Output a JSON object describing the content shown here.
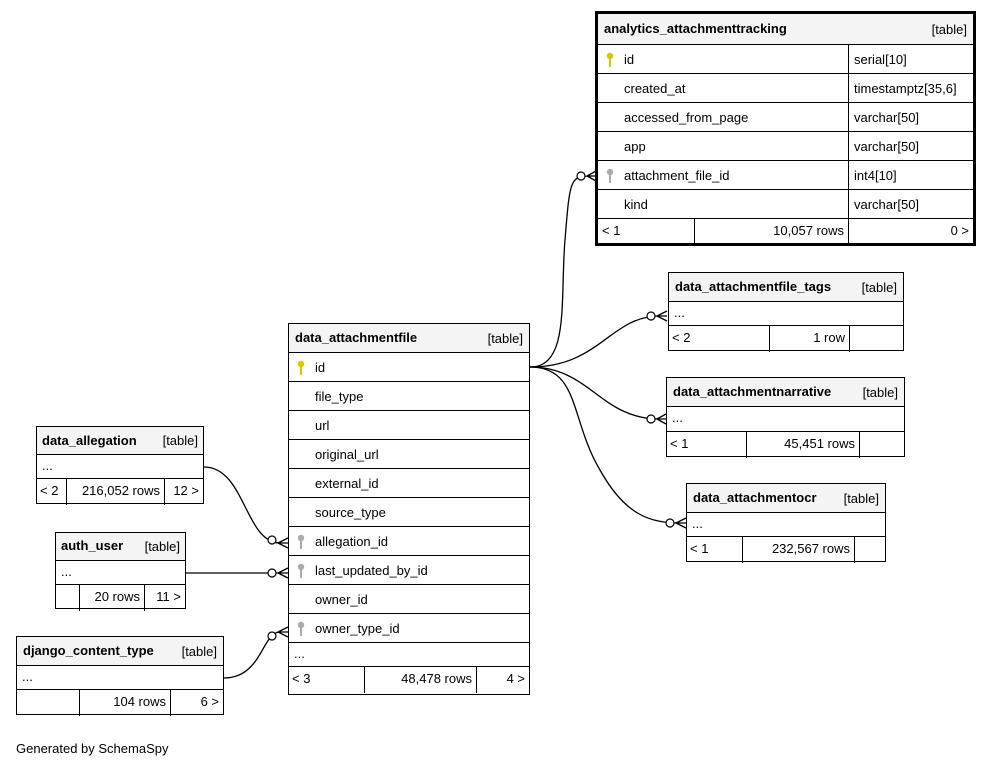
{
  "tables": {
    "analytics": {
      "name": "analytics_attachmenttracking",
      "type": "[table]",
      "columns": [
        {
          "name": "id",
          "type": "serial[10]",
          "key": "primary"
        },
        {
          "name": "created_at",
          "type": "timestamptz[35,6]",
          "key": ""
        },
        {
          "name": "accessed_from_page",
          "type": "varchar[50]",
          "key": ""
        },
        {
          "name": "app",
          "type": "varchar[50]",
          "key": ""
        },
        {
          "name": "attachment_file_id",
          "type": "int4[10]",
          "key": "foreign"
        },
        {
          "name": "kind",
          "type": "varchar[50]",
          "key": ""
        }
      ],
      "footer": {
        "parents": "< 1",
        "rows": "10,057 rows",
        "children": "0 >"
      }
    },
    "tags": {
      "name": "data_attachmentfile_tags",
      "type": "[table]",
      "ellipsis": "...",
      "footer": {
        "parents": "< 2",
        "rows": "1 row",
        "children": ""
      }
    },
    "narrative": {
      "name": "data_attachmentnarrative",
      "type": "[table]",
      "ellipsis": "...",
      "footer": {
        "parents": "< 1",
        "rows": "45,451 rows",
        "children": ""
      }
    },
    "ocr": {
      "name": "data_attachmentocr",
      "type": "[table]",
      "ellipsis": "...",
      "footer": {
        "parents": "< 1",
        "rows": "232,567 rows",
        "children": ""
      }
    },
    "file": {
      "name": "data_attachmentfile",
      "type": "[table]",
      "columns": [
        {
          "name": "id",
          "key": "primary"
        },
        {
          "name": "file_type",
          "key": ""
        },
        {
          "name": "url",
          "key": ""
        },
        {
          "name": "original_url",
          "key": ""
        },
        {
          "name": "external_id",
          "key": ""
        },
        {
          "name": "source_type",
          "key": ""
        },
        {
          "name": "allegation_id",
          "key": "foreign"
        },
        {
          "name": "last_updated_by_id",
          "key": "foreign"
        },
        {
          "name": "owner_id",
          "key": ""
        },
        {
          "name": "owner_type_id",
          "key": "foreign"
        }
      ],
      "ellipsis": "...",
      "footer": {
        "parents": "< 3",
        "rows": "48,478 rows",
        "children": "4 >"
      }
    },
    "allegation": {
      "name": "data_allegation",
      "type": "[table]",
      "ellipsis": "...",
      "footer": {
        "parents": "< 2",
        "rows": "216,052 rows",
        "children": "12 >"
      }
    },
    "auth_user": {
      "name": "auth_user",
      "type": "[table]",
      "ellipsis": "...",
      "footer": {
        "parents": "",
        "rows": "20 rows",
        "children": "11 >"
      }
    },
    "content_type": {
      "name": "django_content_type",
      "type": "[table]",
      "ellipsis": "...",
      "footer": {
        "parents": "",
        "rows": "104 rows",
        "children": "6 >"
      }
    }
  },
  "credit": "Generated by SchemaSpy",
  "colors": {
    "primary_key": "#d8c800",
    "foreign_key": "#aaaaaa",
    "header_bg": "#f4f4f4"
  }
}
